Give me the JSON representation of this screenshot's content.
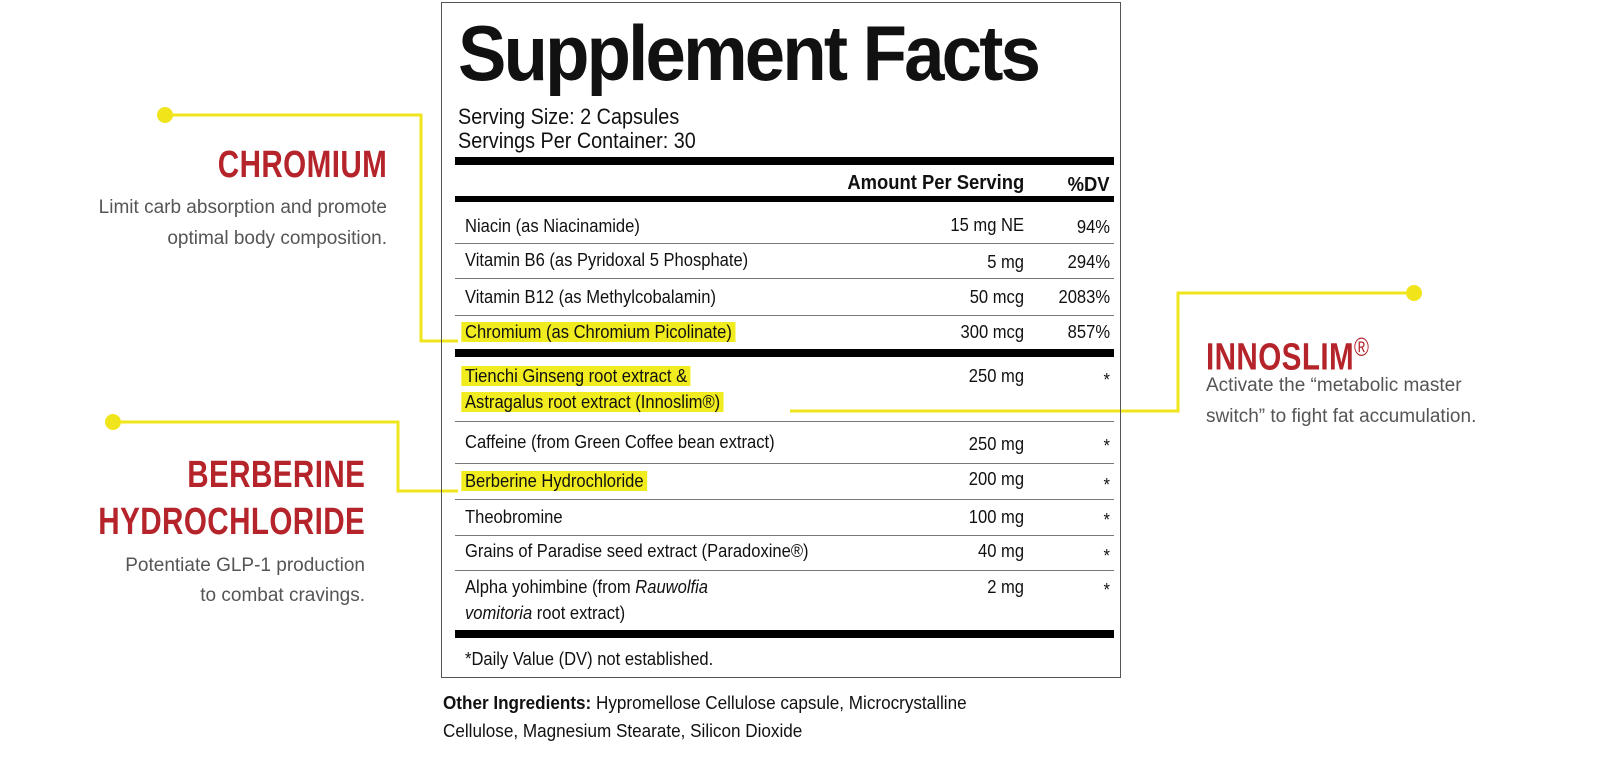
{
  "label": {
    "title": "Supplement Facts",
    "serving_size": "Serving Size: 2 Capsules",
    "servings_per_container": "Servings Per Container: 30",
    "header_amount": "Amount Per Serving",
    "header_dv": "%DV",
    "rows": [
      {
        "name": "Niacin (as Niacinamide)",
        "amount": "15 mg NE",
        "dv": "94%"
      },
      {
        "name": "Vitamin B6 (as Pyridoxal 5 Phosphate)",
        "amount": "5 mg",
        "dv": "294%"
      },
      {
        "name": "Vitamin B12 (as Methylcobalamin)",
        "amount": "50 mcg",
        "dv": "2083%"
      },
      {
        "name": "Chromium (as Chromium Picolinate)",
        "amount": "300 mcg",
        "dv": "857%"
      },
      {
        "name_line1": "Tienchi Ginseng root extract &",
        "name_line2": "Astragalus root extract (Innoslim®)",
        "amount": "250 mg",
        "dv": "*"
      },
      {
        "name": "Caffeine (from Green Coffee bean extract)",
        "amount": "250 mg",
        "dv": "*"
      },
      {
        "name": "Berberine Hydrochloride",
        "amount": "200 mg",
        "dv": "*"
      },
      {
        "name": "Theobromine",
        "amount": "100 mg",
        "dv": "*"
      },
      {
        "name": "Grains of Paradise seed extract (Paradoxine®)",
        "amount": "40 mg",
        "dv": "*"
      },
      {
        "name_line1a": "Alpha yohimbine (from ",
        "name_line1b": "Rauwolfia",
        "name_line2a": "vomitoria",
        "name_line2b": " root extract)",
        "amount": "2 mg",
        "dv": "*"
      }
    ],
    "footnote": "*Daily Value (DV) not established.",
    "other_label": "Other Ingredients:",
    "other_line1": " Hypromellose Cellulose capsule, Microcrystalline",
    "other_line2": "Cellulose, Magnesium Stearate, Silicon Dioxide"
  },
  "callouts": {
    "chromium": {
      "title": "CHROMIUM",
      "desc1": "Limit carb absorption and promote",
      "desc2": "optimal body composition."
    },
    "berberine": {
      "title1": "BERBERINE",
      "title2": "HYDROCHLORIDE",
      "desc1": "Potentiate GLP-1 production",
      "desc2": "to combat cravings."
    },
    "innoslim": {
      "title": "INNOSLIM",
      "reg": "®",
      "desc1": "Activate the “metabolic master",
      "desc2": "switch” to fight fat accumulation."
    }
  },
  "colors": {
    "highlight": "#f0ec1f",
    "accent_red": "#b5242a",
    "connector": "#f0e51a"
  }
}
